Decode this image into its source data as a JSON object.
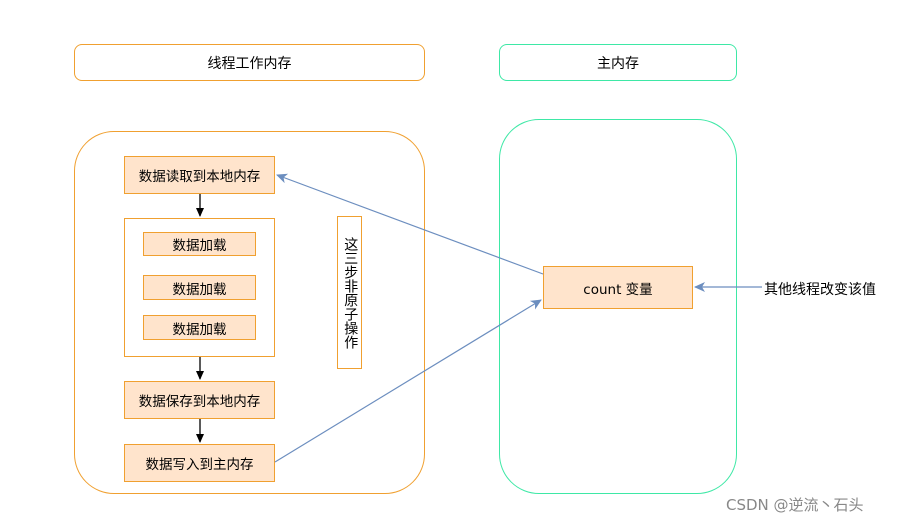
{
  "headers": {
    "thread_memory": "线程工作内存",
    "main_memory": "主内存"
  },
  "boxes": {
    "read_local": "数据读取到本地内存",
    "load_1": "数据加载",
    "load_2": "数据加载",
    "load_3": "数据加载",
    "save_local": "数据保存到本地内存",
    "write_main": "数据写入到主内存",
    "count_var": "count 变量"
  },
  "note_vertical": "这三步非原子操作",
  "other_thread_label": "其他线程改变该值",
  "watermark": "CSDN @逆流丶石头",
  "colors": {
    "orange_border": "#f0a030",
    "box_fill": "#ffe4cc",
    "green_border": "#3ee8a6",
    "arrow_blue": "#6c8ebf",
    "arrow_black": "#000000"
  }
}
